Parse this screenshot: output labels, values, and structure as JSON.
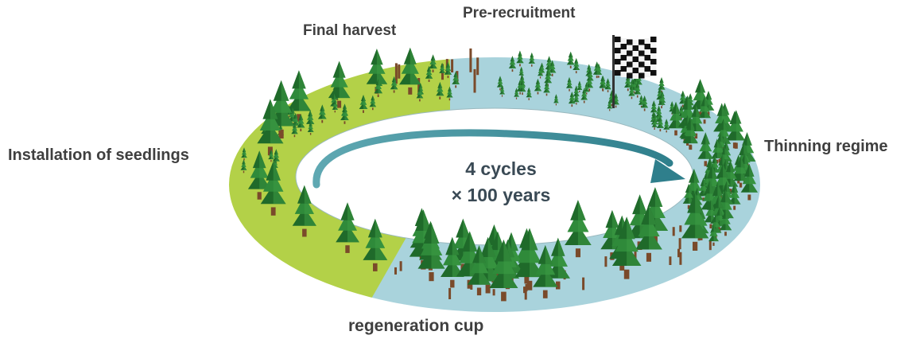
{
  "labels": {
    "final_harvest": "Final harvest",
    "pre_recruitment": "Pre-recruitment",
    "installation_of_seedlings": "Installation of seedlings",
    "thinning_regime": "Thinning regime",
    "regeneration_cup": "regeneration cup"
  },
  "cycle": {
    "line1": "4 cycles",
    "line2": "× 100 years"
  },
  "colors": {
    "green_band": "#b3d148",
    "blue_band": "#a9d3dc",
    "arrow": "#3a8a96",
    "tree": "#2f8a3a",
    "tree_dark": "#1f6a2a",
    "trunk": "#7a4a2a",
    "text": "#3f3f3f"
  },
  "icons": [
    "conifer-tree-icon",
    "tree-stump-icon",
    "checkered-flag-icon",
    "cycle-arrow-icon"
  ]
}
